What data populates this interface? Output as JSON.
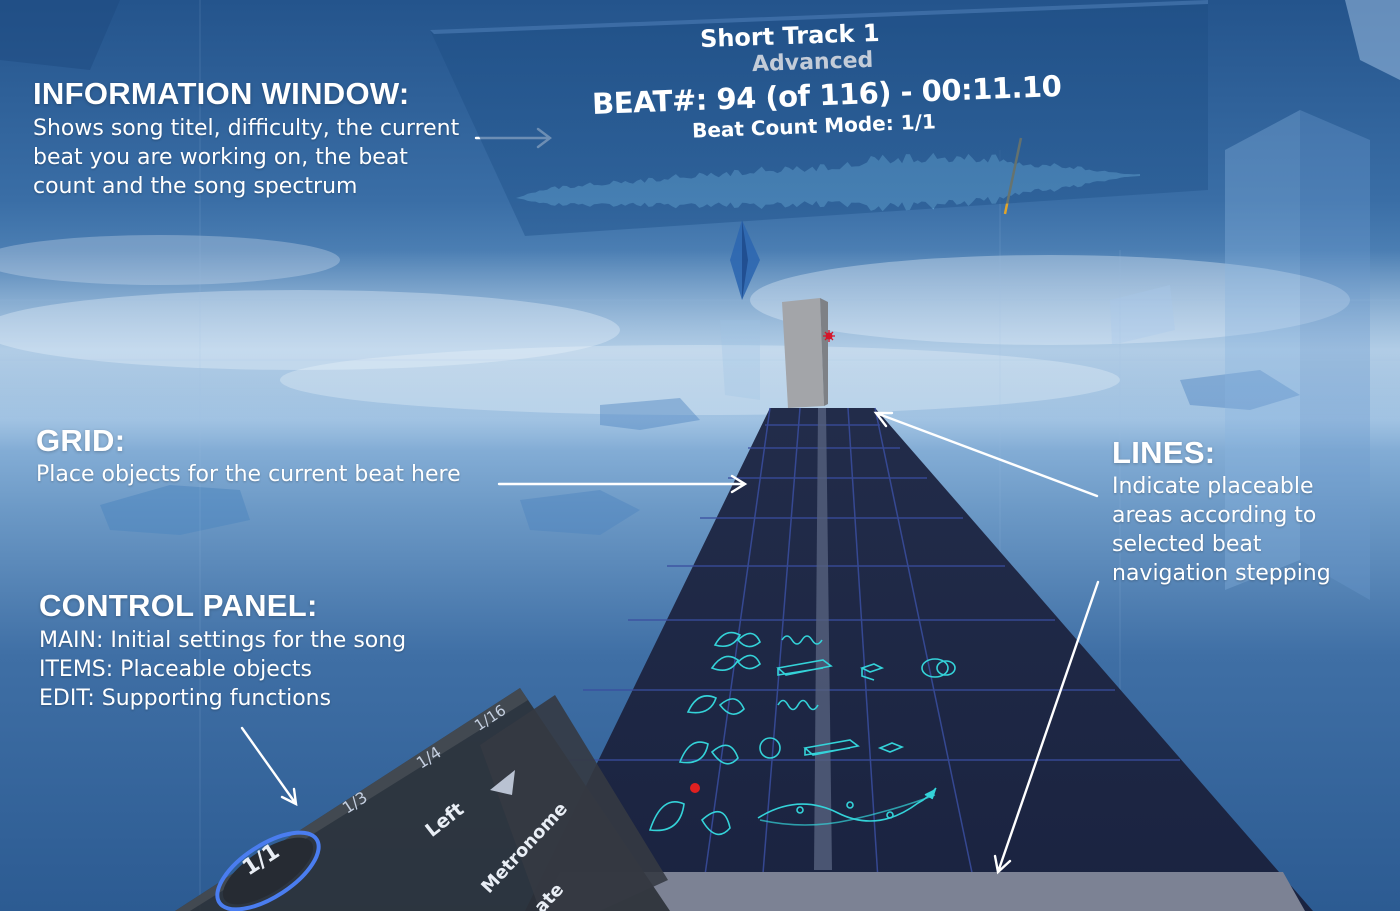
{
  "annotations": {
    "information_window": {
      "title": "INFORMATION WINDOW:",
      "lines": [
        "Shows song titel, difficulty, the current",
        "beat you are working on, the beat",
        "count and the song spectrum"
      ]
    },
    "grid": {
      "title": "GRID:",
      "lines": [
        "Place objects for the current beat here"
      ]
    },
    "control_panel": {
      "title": "CONTROL PANEL:",
      "lines": [
        "MAIN:  Initial settings for the song",
        "ITEMS: Placeable objects",
        "EDIT:    Supporting functions"
      ]
    },
    "lines": {
      "title": "LINES:",
      "lines": [
        "Indicate placeable",
        "areas according to",
        "selected beat",
        "navigation stepping"
      ]
    }
  },
  "info_window": {
    "song_title": "Short Track 1",
    "difficulty": "Advanced",
    "beat_line": "BEAT#: 94 (of 116) - 00:11.10",
    "beat_count_mode": "Beat Count Mode: 1/1",
    "spectrum_color": "#7fc6ef",
    "playhead_color": "#e0a42a",
    "playhead_position": 0.79
  },
  "control_panel": {
    "steps": [
      "1/1",
      "1/3",
      "1/4",
      "1/16"
    ],
    "selected_step": "1/1",
    "hand_label": "Left",
    "metronome_label": "Metronome",
    "partial_label": "ate"
  },
  "colors": {
    "annotation_text": "#ffffff",
    "grid_floor": "#1b2440",
    "grid_line": "#3a4ea0",
    "item_icon": "#34d3d9",
    "accent_ring": "#4a7df0"
  }
}
